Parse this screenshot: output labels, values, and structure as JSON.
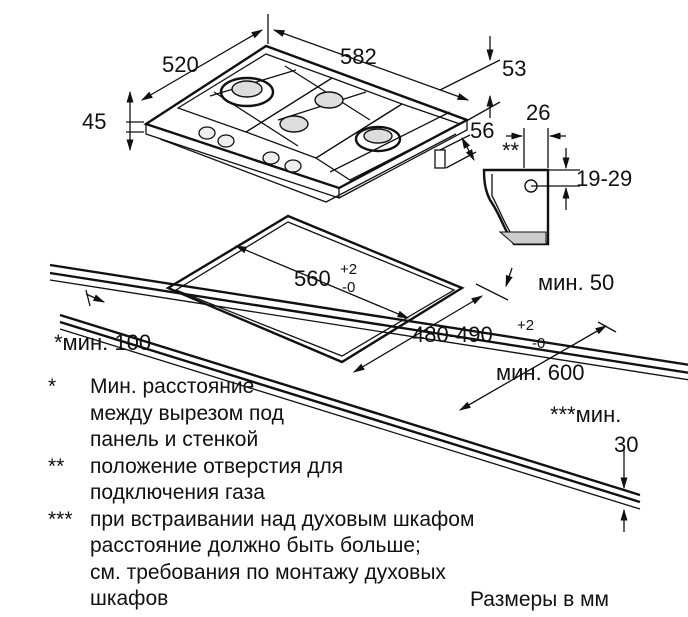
{
  "dims": {
    "w520": "520",
    "w582": "582",
    "d53": "53",
    "h45": "45",
    "d56": "56",
    "d26": "26",
    "gas_mark": "**",
    "r1929": "19-29",
    "cut560_base": "560",
    "cut560_tol_plus": "+2",
    "cut560_tol_minus": "-0",
    "cut480_base": "480-490",
    "cut480_tol_plus": "+2",
    "cut480_tol_minus": "-0",
    "min50": "мин. 50",
    "min100": "*мин. 100",
    "min600": "мин. 600",
    "min30_label": "***мин.",
    "min30_value": "30"
  },
  "notes": [
    {
      "mark": "*",
      "lines": [
        "Мин. расстояние",
        "между вырезом под",
        "панель и стенкой"
      ]
    },
    {
      "mark": "**",
      "lines": [
        "положение отверстия для",
        "подключения газа"
      ]
    },
    {
      "mark": "***",
      "lines": [
        "при встраивании над духовым шкафом",
        "расстояние должно быть больше;",
        "см. требования по монтажу духовых",
        "шкафов"
      ]
    }
  ],
  "units": "Размеры в мм"
}
